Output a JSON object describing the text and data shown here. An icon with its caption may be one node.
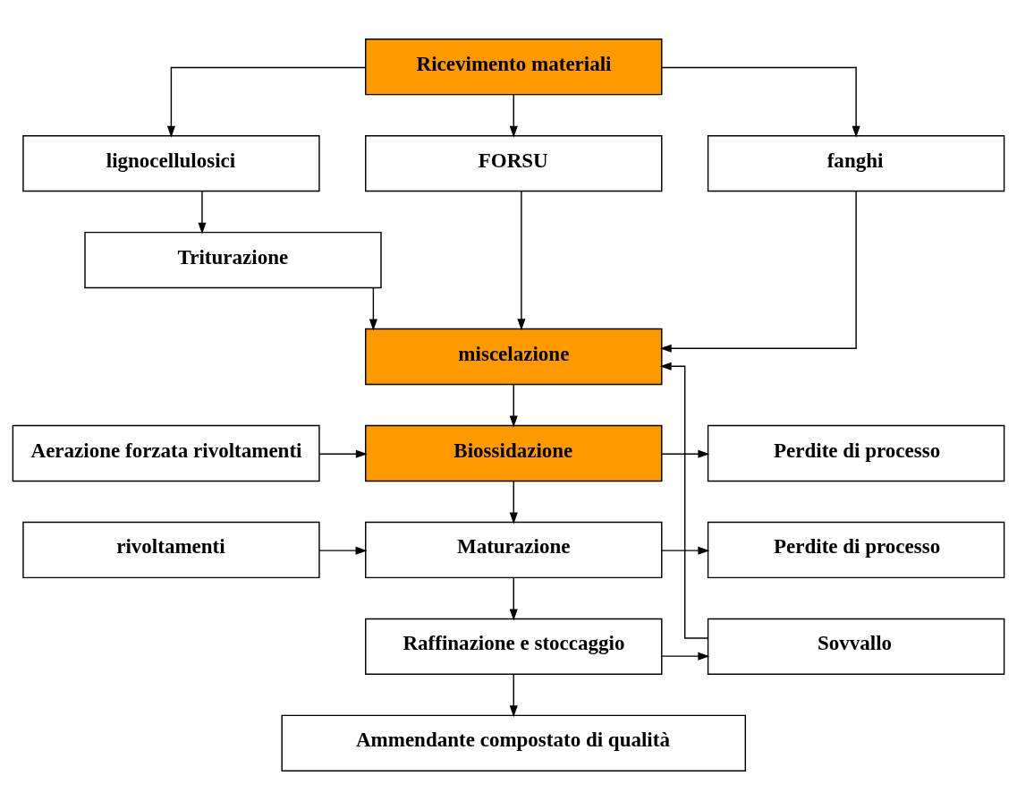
{
  "diagram": {
    "nodes": [
      {
        "text": [
          "Ricevimento materiali"
        ]
      },
      {
        "text": [
          "lignocellulosici"
        ]
      },
      {
        "text": [
          "FORSU"
        ]
      },
      {
        "text": [
          "fanghi"
        ]
      },
      {
        "text": [
          "Triturazione"
        ]
      },
      {
        "text": [
          "miscelazione"
        ]
      },
      {
        "text": [
          "Perdite di processo"
        ]
      },
      {
        "text": [
          "Biossidazione"
        ]
      },
      {
        "text": [
          "Aerazione forzata rivoltamenti"
        ]
      },
      {
        "text": [
          "Perdite di processo"
        ]
      },
      {
        "text": [
          "Maturazione"
        ]
      },
      {
        "text": [
          "rivoltamenti"
        ]
      },
      {
        "text": [
          "Sovvallo"
        ]
      },
      {
        "text": [
          "Raffinazione e stoccaggio"
        ]
      },
      {
        "text": [
          "Ammendante compostato di qualità"
        ]
      }
    ],
    "edges": [
      {
        "from": 0,
        "to": 1,
        "arrow": "to"
      },
      {
        "from": 0,
        "to": 2,
        "arrow": "to"
      },
      {
        "from": 0,
        "to": 3,
        "arrow": "to"
      },
      {
        "from": 1,
        "to": 4,
        "arrow": "to"
      },
      {
        "from": 2,
        "to": 5,
        "arrow": "to"
      },
      {
        "from": 4,
        "to": 5,
        "arrow": "to"
      },
      {
        "from": 3,
        "to": 5,
        "arrow": "to"
      },
      {
        "from": 12,
        "to": 5,
        "arrow": "to"
      },
      {
        "from": 5,
        "to": 7,
        "arrow": "to"
      },
      {
        "from": 7,
        "to": 6,
        "arrow": "to"
      },
      {
        "from": 8,
        "to": 7,
        "arrow": "to"
      },
      {
        "from": 7,
        "to": 10,
        "arrow": "to"
      },
      {
        "from": 10,
        "to": 9,
        "arrow": "to"
      },
      {
        "from": 11,
        "to": 10,
        "arrow": "to"
      },
      {
        "from": 10,
        "to": 13,
        "arrow": "to"
      },
      {
        "from": 13,
        "to": 12,
        "arrow": "to"
      },
      {
        "from": 13,
        "to": 14,
        "arrow": "to"
      }
    ]
  }
}
